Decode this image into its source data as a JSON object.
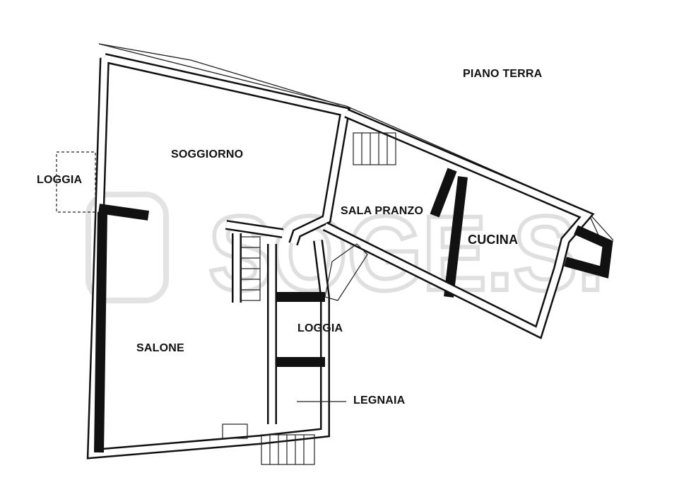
{
  "title": "PIANO TERRA",
  "watermark": "SOGE.S.",
  "rooms": {
    "loggia_left": "LOGGIA",
    "soggiorno": "SOGGIORNO",
    "sala_pranzo": "SALA PRANZO",
    "cucina": "CUCINA",
    "salone": "SALONE",
    "loggia_center": "LOGGIA",
    "legnaia": "LEGNAIA"
  }
}
